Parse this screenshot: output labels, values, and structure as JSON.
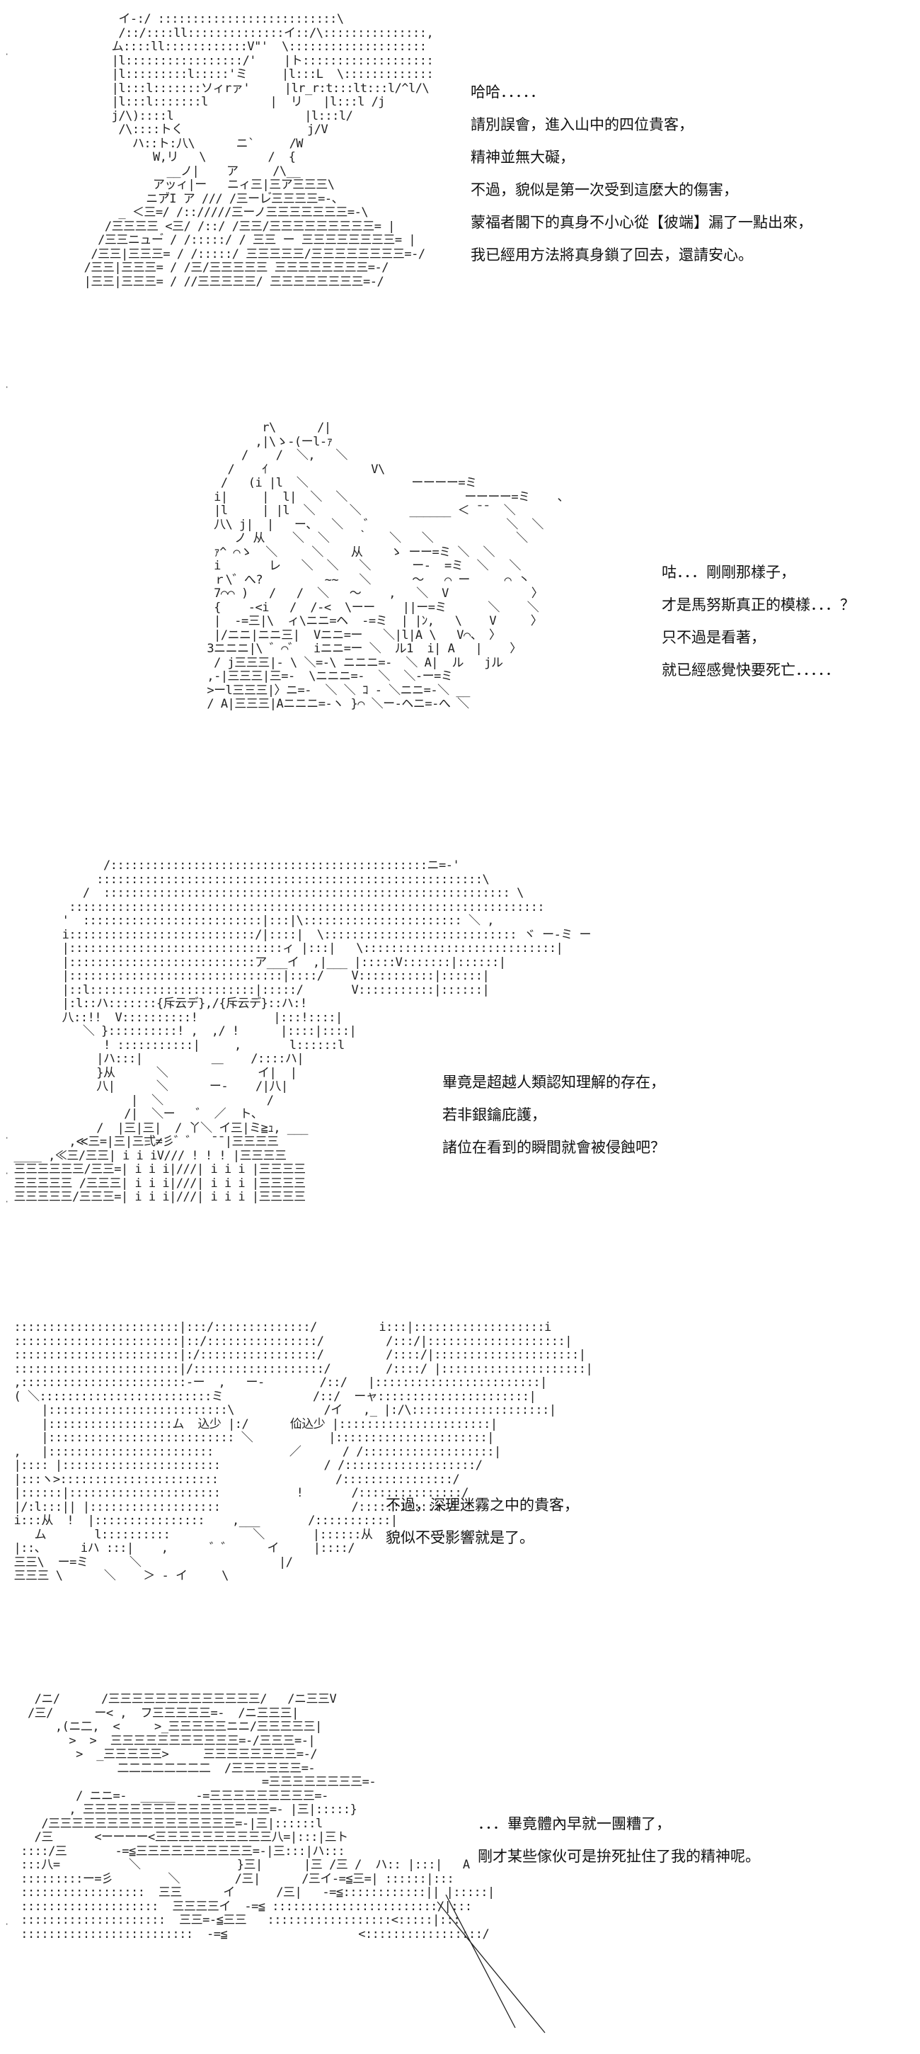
{
  "panels": [
    {
      "art": [
        "          イ-:/ ::::::::::::::::::::::::::\\",
        "          /::/::::ll::::::::::::::イ::/\\:::::::::::::::,",
        "         ム::::ll::::::::::::V\"'  \\::::::::::::::::::::",
        "         |l:::::::::::::::::/'    |ト:::::::::::::::::::",
        "         |l:::::::::l:::::'ミ     |l:::L  \\:::::::::::::",
        "         |l:::l:::::::ソィrァ'     |lr_r:t:::lt:::l/^l/\\",
        "         |l:::l:::::::l         |  リ   |l:::l /j",
        "         j/\\)::::l                   |l:::l/",
        "          /\\::::トく                  j/V",
        "            ハ::ト:八\\      ニ`     /W",
        "               W,リ   \\         /  {",
        "                 __ノ|    ア     /\\__",
        "               アッィ|ー   ニィ三|三ア三三三\\",
        "              ニア゙I ア /// /三ーレ゙三三三三=-、",
        "          _ ＜三=/ /:://///三ーノ三三三三三三三=-\\",
        "        /三三三三 <三/ /::/ /三三/三三三三三三三三三= |",
        "       /三三ニュー゙ / /:::::/ / 三三 ー 三三三三三三三三= |",
        "      /三三|三三三= / /:::::/ 三三三三三/三三三三三三三三=-/",
        "     /三三|三三三= / /三/三三三三三 三三三三三三三三=-/",
        "     |三三|三三三= / //三三三三三/ 三三三三三三三三=-/"
      ],
      "lines": [
        "哈哈．．．．．",
        "請別誤會，進入山中的四位貴客，",
        "精神並無大礙，",
        "不過，貌似是第一次受到這麼大的傷害，",
        "蒙福者閣下的真身不小心從【彼端】漏了一點出來，",
        "我已經用方法將真身鎖了回去，還請安心。"
      ]
    },
    {
      "art": [
        "                  r\\      /|",
        "                 ,|\\ゝ-(ーl-ｧ",
        "               /    /  ＼,   ＼",
        "             /    ｲ               V\\",
        "            /   (i |l  ＼               ーーーー=ミ",
        "           i|     |  l|  ＼  ＼                 ーーーー=ミ    、",
        "           |l     | |l  ＼     ＼       ______ ＜ ¯¯  ＼",
        "           八\\ j|  |   ー、  ＼   ゛                   ＼  ＼",
        "              ノ 从    ＼  ＼    ｀   ＼   ＼            ＼",
        "           ｧ^ ⌒ゝ  ＼     ＼    从    ゝ ーー=ミ ＼  ＼",
        "           i       レ   ＼  ＼   ＼      ー-  =ミ  ＼   ＼",
        "           ｒ\\゛へ?         ~~   ＼      〜   ⌒ ー     ⌒ 丶",
        "           7⌒⌒ )   /   /  ＼   〜    ,   ＼  V            〉",
        "           {    -<i   /  /-<  \\ーー    ||ー=ミ      ＼    ＼",
        "           |  -=三|\\  ィ\\ニニ=ヘ  -=ミ  | |ﾝ,   \\    V     〉",
        "           |/ニニ|ニニ三|  Vニニ=ー   ＼|l|A \\   V⌒、 〉",
        "          3ニニニ|\\ ゛⌒゛  iニニ=ー ＼  ル1  i| A   |    〉",
        "           / j三三三|- \\ ＼=-\\ ニニニ=-  ＼ A|  ル   jル",
        "          ,-|三三三|三=-  \\ニニニ=-  ＼  ＼-ー=ミ",
        "          >ーl三三三|〉ニ=-  ＼ ＼ ｺ - ＼ニニ=-＼ __",
        "          / A|三三三|Aニニニ=-ヽ }⌒ ＼ー-ヘニ=-へ ＼"
      ],
      "lines": [
        "咕．．．剛剛那樣子，",
        "才是馬努斯真正的模樣．．．？",
        "只不過是看著，",
        "就已經感覺快要死亡．．．．．"
      ]
    },
    {
      "art": [
        "               /::::::::::::::::::::::::::::::::::::::::::::::ニ=-'",
        "              ::::::::::::::::::::::::::::::::::::::::::::::::::::::::\\",
        "            /  ::::::::::::::::::::::::::::::::::::::::::::::::::::::::::: \\",
        "          :::::::::::::::::::::::::::::::::::::::::::::::::::::::::::::::::::::",
        "         '  ::::::::::::::::::::::::::|:::|\\::::::::::::::::::::::: ＼ ,",
        "         i:::::::::::::::::::::::::::/|::::|  \\:::::::::::::::::::::::::::: ヾ ー-ミ ー",
        "         |:::::::::::::::::::::::::::::::ィ |:::|   \\::::::::::::::::::::::::::::|",
        "         |:::::::::::::::::::::::::::ア___イ  ,|___ |:::::V:::::::|::::::|",
        "         |:::::::::::::::::::::::::::::::|::::/    V:::::::::::|::::::|",
        "         |::l::::::::::::::::::::::::|:::::/       V:::::::::::|::::::|",
        "         |:l::ハ:::::::{斥云デ},/{斥云デ}::ハ:!",
        "         八::!!  V::::::::::!           |:::!::::|",
        "            ＼ }::::::::::! ,  ,/ !      |::::|::::|",
        "               ! :::::::::::|     ,       l::::::l",
        "              |ハ:::|          ＿    /::::ハ|",
        "              }从      ＼             イ|  |",
        "              八|      ＼      ー-    /|八|",
        "                   |  ＼               /",
        "                  /|  ＼ー   ゛ ／  ト、",
        "              /  |三|三|  / 丫＼ イ三|ミ≧ｭ, ___",
        "          ,≪三=|三|三弍≠彡゛゛  ¯¯|三三三三",
        "  ____ ,≪三/三三| i i iV/// ! ! ! |三三三三",
        "  三三三三三三/三三=| i i i|///| i i i |三三三三",
        "  三三三三三 /三三三| i i i|///| i i i |三三三三",
        "  三三三三三/三三三=| i i i|///| i i i |三三三三"
      ],
      "lines": [
        "畢竟是超越人類認知理解的存在，",
        "若非銀鑰庇護，",
        "諸位在看到的瞬間就會被侵蝕吧？"
      ]
    },
    {
      "art": [
        "  ::::::::::::::::::::::::|:::/::::::::::::::/         i:::|:::::::::::::::::::i",
        "  ::::::::::::::::::::::::|::/::::::::::::::::/         /:::/|::::::::::::::::::::|",
        "  ::::::::::::::::::::::::|:/:::::::::::::::::/         /::::/|:::::::::::::::::::::|",
        "  ::::::::::::::::::::::::|/:::::::::::::::::::/        /::::/ |:::::::::::::::::::::|",
        "  ,::::::::::::::::::::::::-ー  ,   ー-        /::/   |::::::::::::::::::::::::|",
        "  ( ＼:::::::::::::::::::::::::ミ             /::/  ーャ::::::::::::::::::::::|",
        "      |::::::::::::::::::::::::::\\             /イ   ,_ |:/\\::::::::::::::::::::|",
        "      |::::::::::::::::::ム  込少 |:/      佡込少 |::::::::::::::::::::::|",
        "      |::::::::::::::::::::::::::: ＼           |::::::::::::::::::::::|",
        "  ,   |::::::::::::::::::::::::           ／      / /:::::::::::::::::::|",
        "  |:::: |:::::::::::::::::::::::               / /:::::::::::::::::::/",
        "  |:::ヽ>:::::::::::::::::::::::                 /::::::::::::::::/",
        "  |::::::|::::::::::::::::::::::           !       /:::::::::::::::/",
        "  |/:l:::|| |:::::::::::::::::::                   /:::::::::::::/",
        "  i:::从  !  |::::::::::::::::    ,___       /:::::::::::|",
        "     ム       l::::::::::            ＼       |::::::从",
        "  |::、     iハ :::|    ,      ゛゛     イ     |::::/",
        "  三三\\  ー=ミ      ＼                    |/",
        "  三三三 \\      ＼    ＞ - イ     \\"
      ],
      "lines": [
        "不過，深理迷霧之中的貴客，",
        "貌似不受影響就是了。"
      ]
    },
    {
      "art": [
        "     /ニ/      /三三三三三三三三三三三三三/   /ニ三三V",
        "    /三/      ー< ,  フ三三三三三=-  /ニ三三三|",
        "        ,(ニ二,  <     >_三三三三三ニニ/三三三三三|",
        "          >  >  三三三三三三三三三三三=-/三三三=-|",
        "           >  _三三三三三>     三三三三三三三三=-/",
        "                 二二二二二二二二  /三三三三三三=-",
        "                                      =三三三三三三三三=-",
        "           / ニニ=-  _____   -=三三三三三三三三三=-",
        "          , 三三三三三三三三三三三三三三三三=- |三|:::::}",
        "      /三三三三三三三三三三三三三三三三=-|三|::::::l",
        "     /三      <ーーーー<三三三三三三三三三三八=|:::|三ト",
        "   ::::/三       -=≦三三三三三三三三三三=-|三:::|ハ:::",
        "   :::八=          ＼              }三|      |三 /三 /  ハ:: |:::|   A",
        "   :::::::::ー=彡        ＼        /三|      /三イ-=≦三=| ::::::|:::",
        "   ::::::::::::::::::  三三      イ      /三|   -=≦::::::::::::|| |:::::|",
        "   ::::::::::::::::::::  三三三三イ  -=≦ ::::::::::::::::::::::::/|:::",
        "   :::::::::::::::::::::  三三=-≦三三   ::::::::::::::::::<:::::|:::",
        "   :::::::::::::::::::::::::  -=≦                   <:::::::::::::::::/"
      ],
      "lines": [
        "．．．畢竟體內早就一團糟了，",
        "剛才某些傢伙可是拚死扯住了我的精神呢。"
      ]
    }
  ],
  "margin_ticks": [
    "·",
    "·",
    "·",
    "·",
    "·",
    "·",
    "·",
    "·",
    "·",
    "·"
  ]
}
